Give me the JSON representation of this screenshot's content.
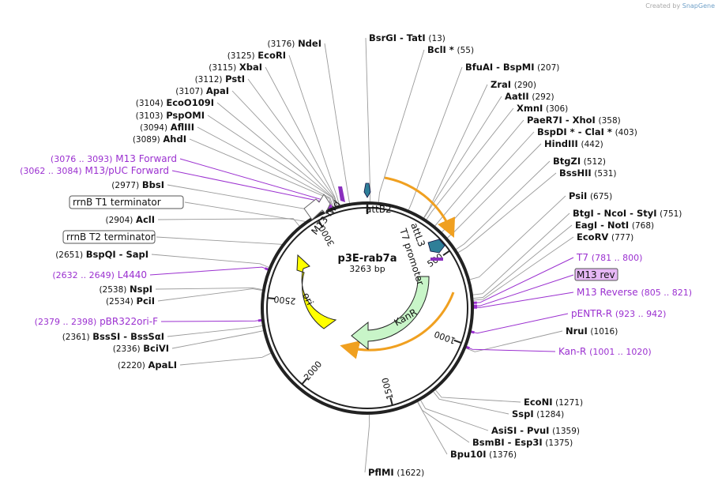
{
  "watermark": {
    "prefix": "Created by",
    "brand": "SnapGene"
  },
  "plasmid": {
    "name": "p3E-rab7a",
    "length_label": "3263 bp",
    "length": 3263
  },
  "ring_ticks": [
    {
      "bp": 500,
      "label": "500"
    },
    {
      "bp": 1000,
      "label": "1000"
    },
    {
      "bp": 1500,
      "label": "1500"
    },
    {
      "bp": 2000,
      "label": "2000"
    },
    {
      "bp": 2500,
      "label": "2500"
    },
    {
      "bp": 3000,
      "label": "3000"
    }
  ],
  "sites": [
    {
      "name": "BsrGI  -  TatI",
      "pos": "(13)",
      "bp": 13
    },
    {
      "name": "BclI *",
      "pos": "(55)",
      "bp": 55
    },
    {
      "name": "BfuAI  -  BspMI",
      "pos": "(207)",
      "bp": 207
    },
    {
      "name": "ZraI",
      "pos": "(290)",
      "bp": 290
    },
    {
      "name": "AatII",
      "pos": "(292)",
      "bp": 292
    },
    {
      "name": "XmnI",
      "pos": "(306)",
      "bp": 306
    },
    {
      "name": "PaeR7I  -  XhoI",
      "pos": "(358)",
      "bp": 358
    },
    {
      "name": "BspDI *  -  ClaI *",
      "pos": "(403)",
      "bp": 403
    },
    {
      "name": "HindIII",
      "pos": "(442)",
      "bp": 442
    },
    {
      "name": "BtgZI",
      "pos": "(512)",
      "bp": 512
    },
    {
      "name": "BssHII",
      "pos": "(531)",
      "bp": 531
    },
    {
      "name": "PsiI",
      "pos": "(675)",
      "bp": 675
    },
    {
      "name": "BtgI  -  NcoI  -  StyI",
      "pos": "(751)",
      "bp": 751
    },
    {
      "name": "EagI  -  NotI",
      "pos": "(768)",
      "bp": 768
    },
    {
      "name": "EcoRV",
      "pos": "(777)",
      "bp": 777
    },
    {
      "name": "NruI",
      "pos": "(1016)",
      "bp": 1016
    },
    {
      "name": "EcoNI",
      "pos": "(1271)",
      "bp": 1271
    },
    {
      "name": "SspI",
      "pos": "(1284)",
      "bp": 1284
    },
    {
      "name": "AsiSI  -  PvuI",
      "pos": "(1359)",
      "bp": 1359
    },
    {
      "name": "BsmBI  -  Esp3I",
      "pos": "(1375)",
      "bp": 1375
    },
    {
      "name": "Bpu10I",
      "pos": "(1376)",
      "bp": 1376
    },
    {
      "name": "PflMI",
      "pos": "(1622)",
      "bp": 1622
    },
    {
      "name": "ApaLI",
      "pos": "(2220)",
      "bp": 2220
    },
    {
      "name": "BciVI",
      "pos": "(2336)",
      "bp": 2336
    },
    {
      "name": "BssSI  -  BssSαI",
      "pos": "(2361)",
      "bp": 2361
    },
    {
      "name": "PciI",
      "pos": "(2534)",
      "bp": 2534
    },
    {
      "name": "NspI",
      "pos": "(2538)",
      "bp": 2538
    },
    {
      "name": "BspQI  -  SapI",
      "pos": "(2651)",
      "bp": 2651
    },
    {
      "name": "AclI",
      "pos": "(2904)",
      "bp": 2904
    },
    {
      "name": "BbsI",
      "pos": "(2977)",
      "bp": 2977
    },
    {
      "name": "AhdI",
      "pos": "(3089)",
      "bp": 3089
    },
    {
      "name": "AflIII",
      "pos": "(3094)",
      "bp": 3094
    },
    {
      "name": "PspOMI",
      "pos": "(3103)",
      "bp": 3103
    },
    {
      "name": "EcoO109I",
      "pos": "(3104)",
      "bp": 3104
    },
    {
      "name": "ApaI",
      "pos": "(3107)",
      "bp": 3107
    },
    {
      "name": "PstI",
      "pos": "(3112)",
      "bp": 3112
    },
    {
      "name": "XbaI",
      "pos": "(3115)",
      "bp": 3115
    },
    {
      "name": "EcoRI",
      "pos": "(3125)",
      "bp": 3125
    },
    {
      "name": "NdeI",
      "pos": "(3176)",
      "bp": 3176
    }
  ],
  "primers": [
    {
      "name": "T7",
      "range": "(781 .. 800)",
      "bp": 790
    },
    {
      "name": "M13 rev",
      "range": "",
      "bp": 805,
      "boxed": true
    },
    {
      "name": "M13 Reverse",
      "range": "(805 .. 821)",
      "bp": 813
    },
    {
      "name": "pENTR-R",
      "range": "(923 .. 942)",
      "bp": 932
    },
    {
      "name": "Kan-R",
      "range": "(1001 .. 1020)",
      "bp": 1010
    },
    {
      "name": "L4440",
      "range": "(2632 .. 2649)",
      "bp": 2640
    },
    {
      "name": "pBR322ori-F",
      "range": "(2379 .. 2398)",
      "bp": 2388
    },
    {
      "name": "M13/pUC Forward",
      "range": "(3062 .. 3084)",
      "bp": 3073
    },
    {
      "name": "M13 Forward",
      "range": "(3076 .. 3093)",
      "bp": 3084
    }
  ],
  "terminators": [
    {
      "name": "rrnB T1 terminator",
      "bp": 2940
    },
    {
      "name": "rrnB T2 terminator",
      "bp": 2780
    }
  ],
  "features": [
    {
      "name": "attB2",
      "kind": "att"
    },
    {
      "name": "attL3",
      "kind": "att"
    },
    {
      "name": "T7 promoter",
      "kind": "promoter"
    },
    {
      "name": "KanR",
      "kind": "cds"
    },
    {
      "name": "ori",
      "kind": "origin"
    },
    {
      "name": "M13 fwd",
      "kind": "primer-bind"
    }
  ],
  "colors": {
    "primer": "#9b30d0",
    "kanr_fill": "#c8f5c8",
    "ori_fill": "#ffff00",
    "att_fill": "#2f7f98",
    "orange_arc": "#f0a020"
  }
}
